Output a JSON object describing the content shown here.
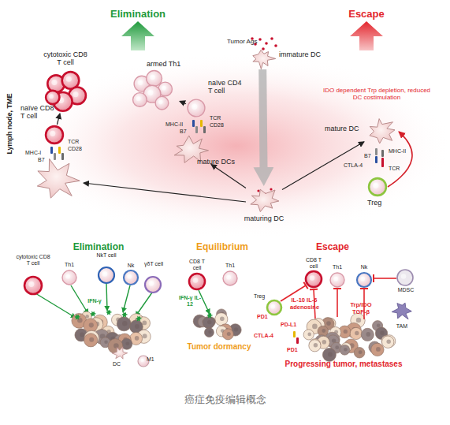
{
  "diagram": {
    "caption": "癌症免疫编辑概念",
    "nodes": [
      {
        "text": [
          "cytotoxic CD8 T cell"
        ]
      },
      {
        "text": [
          "armed Th1"
        ]
      },
      {
        "text": [
          "immature DC"
        ]
      },
      {
        "text": [
          "naïve CD8 T cell"
        ]
      },
      {
        "text": [
          "naïve CD4 T cell"
        ]
      },
      {
        "text": [
          "mature DCs"
        ]
      },
      {
        "text": [
          "maturing DC"
        ]
      },
      {
        "text": [
          "mature DC"
        ]
      },
      {
        "text": [
          "Treg"
        ]
      }
    ],
    "edges": [
      {
        "from": 3,
        "to": 0,
        "arrow": "to"
      },
      {
        "from": 4,
        "to": 1,
        "arrow": "to"
      },
      {
        "from": 2,
        "to": 6,
        "arrow": "to"
      },
      {
        "from": 6,
        "to": 5,
        "arrow": "to"
      },
      {
        "from": 6,
        "to": 7,
        "arrow": "to"
      },
      {
        "from": 8,
        "to": 7,
        "arrow": "to"
      }
    ],
    "labels": [
      "Elimination",
      "Escape",
      "Tumor Ags",
      "TCR",
      "CD28",
      "MHC-I",
      "B7",
      "TCR",
      "CD28",
      "MHC-II",
      "B7",
      "IDO dependent Trp depletion, reduced DC costimulation",
      "MHC-II",
      "B7",
      "CTLA-4",
      "TCR",
      "Lymph node, TME",
      "Elimination",
      "cytotoxic CD8 T cell",
      "Th1",
      "NkT cell",
      "Nk",
      "γδT cell",
      "IFN-γ",
      "DC",
      "M1",
      "Equilibrium",
      "CD8 T cell",
      "Th1",
      "IFN-γ IL-12",
      "Tumor dormancy",
      "Escape",
      "CD8 T cell",
      "Th1",
      "Nk",
      "MDSC",
      "Treg",
      "PD1",
      "IL-10 IL-6 adenosine",
      "Trp/IDO TGF-β",
      "CTLA-4",
      "PD-L1",
      "PD1",
      "TAM",
      "Progressing tumor, metastases"
    ]
  }
}
